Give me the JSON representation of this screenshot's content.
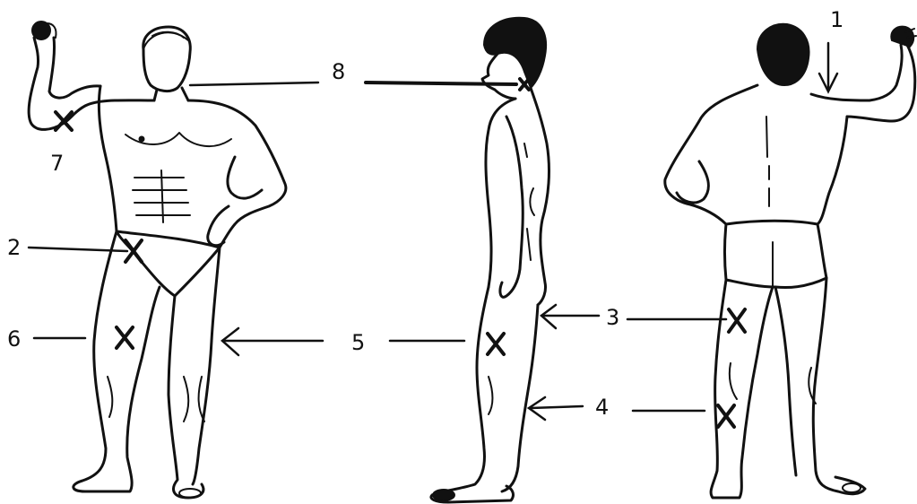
{
  "labels": {
    "l1": "1",
    "l2": "2",
    "l3": "3",
    "l4": "4",
    "l5": "5",
    "l6": "6",
    "l7": "7",
    "l8": "8"
  },
  "figures": [
    "front-view",
    "side-view",
    "back-view"
  ],
  "colors": {
    "ink": "#111111",
    "background": "#ffffff"
  }
}
